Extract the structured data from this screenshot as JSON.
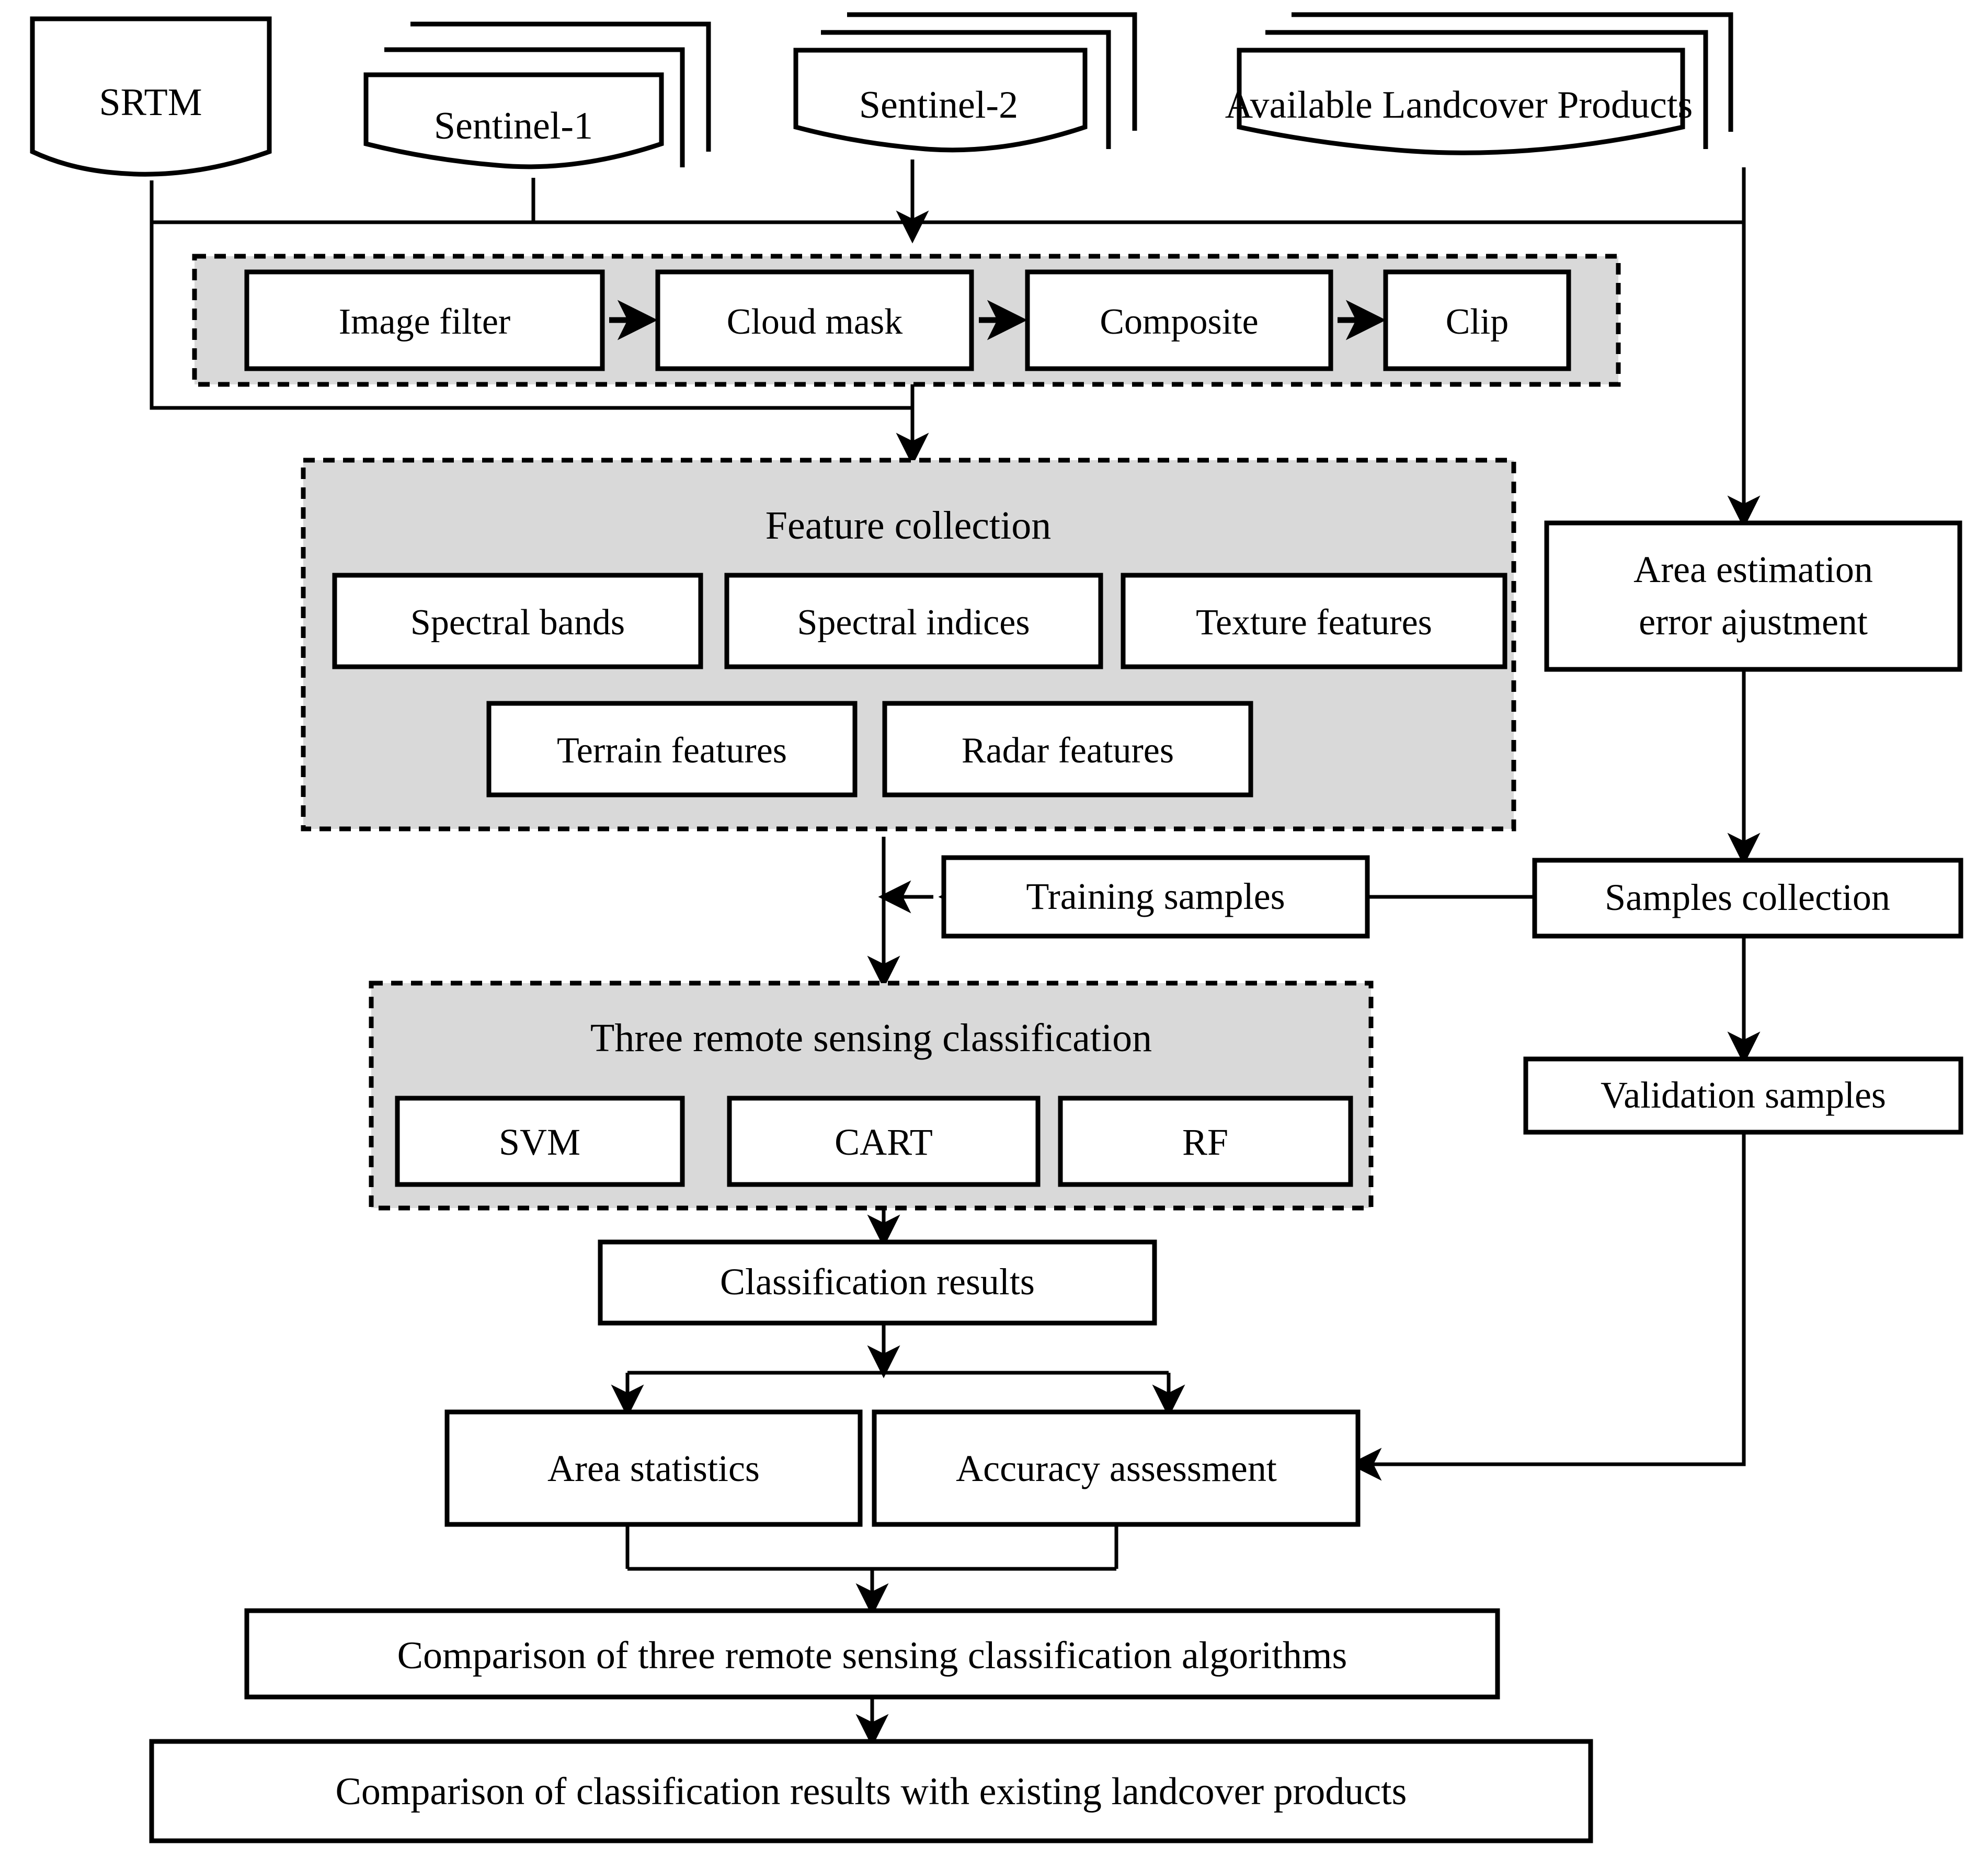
{
  "diagram": {
    "title": "Remote sensing landcover classification workflow",
    "colors": {
      "panel_fill": "#d9d9d9",
      "panel_border": "#000000",
      "node_fill": "#ffffff",
      "node_border": "#000000",
      "edge": "#000000",
      "background": "#ffffff"
    },
    "inputs": [
      {
        "id": "srtm",
        "label": "SRTM",
        "shape": "document"
      },
      {
        "id": "sentinel1",
        "label": "Sentinel-1",
        "shape": "stacked-document"
      },
      {
        "id": "sentinel2",
        "label": "Sentinel-2",
        "shape": "stacked-document"
      },
      {
        "id": "landcover",
        "label": "Available Landcover Products",
        "shape": "stacked-document"
      }
    ],
    "preprocessing_panel": {
      "id": "preprocessing",
      "title": "",
      "steps": [
        {
          "id": "image-filter",
          "label": "Image filter"
        },
        {
          "id": "cloud-mask",
          "label": "Cloud mask"
        },
        {
          "id": "composite",
          "label": "Composite"
        },
        {
          "id": "clip",
          "label": "Clip"
        }
      ]
    },
    "feature_panel": {
      "id": "feature-collection",
      "title": "Feature collection",
      "row1": [
        {
          "id": "spectral-bands",
          "label": "Spectral bands"
        },
        {
          "id": "spectral-indices",
          "label": "Spectral indices"
        },
        {
          "id": "texture-features",
          "label": "Texture features"
        }
      ],
      "row2": [
        {
          "id": "terrain-features",
          "label": "Terrain features"
        },
        {
          "id": "radar-features",
          "label": "Radar features"
        }
      ]
    },
    "classification_panel": {
      "id": "three-remote-sensing-classification",
      "title": "Three remote sensing classification",
      "algorithms": [
        {
          "id": "svm",
          "label": "SVM"
        },
        {
          "id": "cart",
          "label": "CART"
        },
        {
          "id": "rf",
          "label": "RF"
        }
      ]
    },
    "nodes": [
      {
        "id": "area-estimation",
        "label_line1": "Area estimation",
        "label_line2": "error ajustment"
      },
      {
        "id": "samples-collection",
        "label": "Samples collection"
      },
      {
        "id": "training-samples",
        "label": "Training samples"
      },
      {
        "id": "validation-samples",
        "label": "Validation samples"
      },
      {
        "id": "classification-results",
        "label": "Classification results"
      },
      {
        "id": "area-statistics",
        "label": "Area statistics"
      },
      {
        "id": "accuracy-assessment",
        "label": "Accuracy assessment"
      },
      {
        "id": "comparison-algorithms",
        "label": "Comparison of three remote sensing classification algorithms"
      },
      {
        "id": "comparison-products",
        "label": "Comparison of classification results with existing landcover products"
      }
    ]
  }
}
